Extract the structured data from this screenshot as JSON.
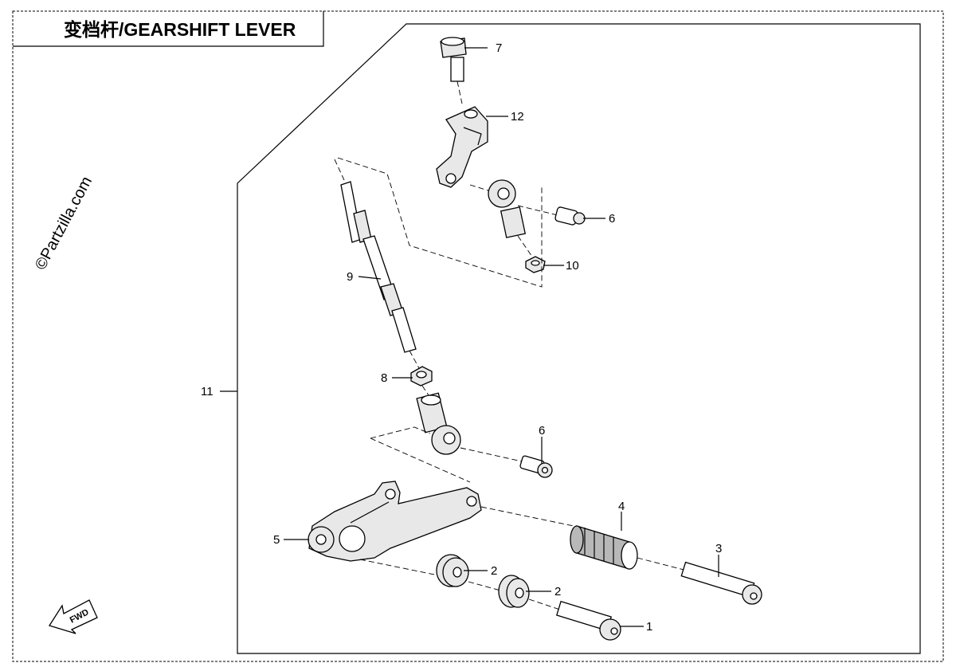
{
  "header": {
    "title": "变档杆/GEARSHIFT  LEVER"
  },
  "watermark": "©Partzilla.com",
  "fwd_label": "FWD",
  "callouts": {
    "c1": "1",
    "c2a": "2",
    "c2b": "2",
    "c3": "3",
    "c4": "4",
    "c5": "5",
    "c6a": "6",
    "c6b": "6",
    "c7": "7",
    "c8": "8",
    "c9": "9",
    "c10": "10",
    "c11": "11",
    "c12": "12"
  }
}
